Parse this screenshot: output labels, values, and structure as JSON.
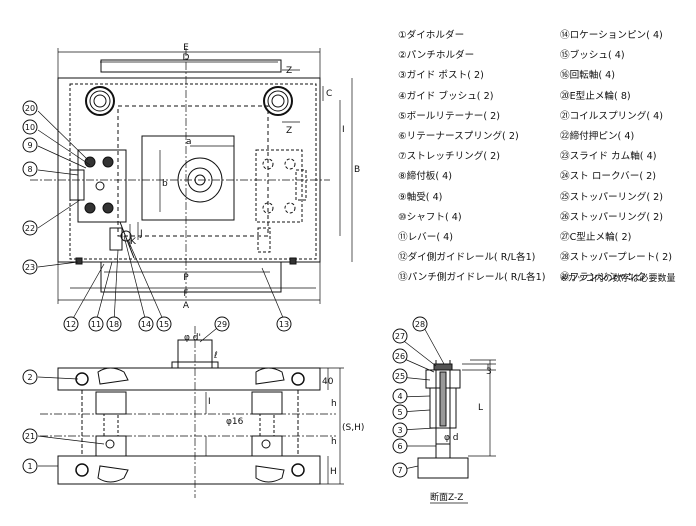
{
  "dims_top": {
    "E": "E",
    "D": "D",
    "Z_top": "Z",
    "Z_mid": "Z",
    "C": "C",
    "I": "I",
    "B": "B",
    "a": "a",
    "b": "b",
    "J": "J",
    "K": "K",
    "P": "P",
    "F": "F",
    "A": "A"
  },
  "dims_front": {
    "h_top": "h",
    "val_40": "40",
    "I_front": "I",
    "h_mid": "h",
    "SH": "(S,H)",
    "H": "H",
    "phi16": "φ16",
    "phi_d_prime": "φ d'",
    "l": "ℓ"
  },
  "dims_section": {
    "val_3": "3",
    "L": "L",
    "phi_d": "φ d",
    "title": "断面Z-Z"
  },
  "callouts_top": [
    "20",
    "10",
    "9",
    "8",
    "22",
    "23",
    "12",
    "11",
    "18",
    "14",
    "15",
    "13"
  ],
  "callouts_front": [
    "2",
    "21",
    "1",
    "29"
  ],
  "callouts_section": [
    "27",
    "28",
    "26",
    "25",
    "4",
    "5",
    "3",
    "6",
    "7"
  ],
  "parts_left": [
    "①ダイホルダー",
    "②パンチホルダー",
    "③ガイド ポスト( 2)",
    "④ガイド ブッシュ( 2)",
    "⑤ボールリテーナー( 2)",
    "⑥リテーナースプリング( 2)",
    "⑦ストレッチリング( 2)",
    "⑧締付板( 4)",
    "⑨軸受( 4)",
    "⑩シャフト( 4)",
    "⑪レバー( 4)",
    "⑫ダイ側ガイドレール( R/L各1)",
    "⑬パンチ側ガイドレール( R/L各1)"
  ],
  "parts_right": [
    "⑭ロケーションピン( 4)",
    "⑮ブッシュ( 4)",
    "⑯回転軸( 4)",
    "⑳E型止メ輪( 8)",
    "㉑コイルスプリング( 4)",
    "㉒締付押ピン( 4)",
    "㉓スライド カム軸( 4)",
    "㉔スト ロークバー( 2)",
    "㉕ストッパーリング( 2)",
    "㉖ストッパーリング( 2)",
    "㉗C型止メ輪( 2)",
    "㉘ストッパープレート( 2)",
    "㉙フランジシャンク"
  ],
  "note": "※カッコ内の数字は必要数量"
}
